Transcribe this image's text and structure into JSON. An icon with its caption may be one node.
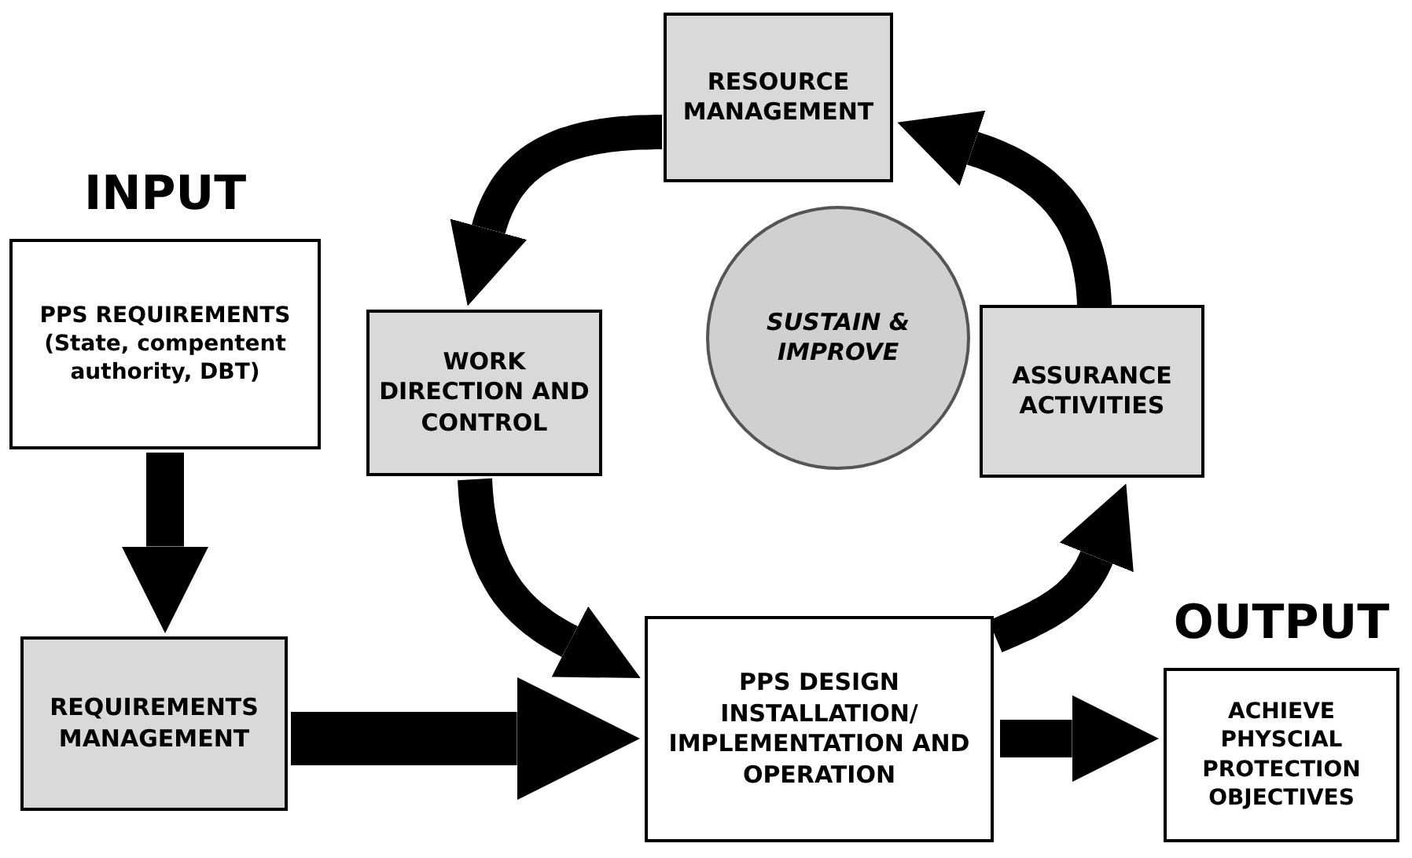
{
  "diagram": {
    "nodes": [
      {
        "text": [
          "INPUT",
          "PPS REQUIREMENTS",
          "(State, compentent authority, DBT)"
        ]
      },
      {
        "text": [
          "REQUIREMENTS MANAGEMENT"
        ]
      },
      {
        "text": [
          "WORK DIRECTION AND CONTROL"
        ]
      },
      {
        "text": [
          "RESOURCE MANAGEMENT"
        ]
      },
      {
        "text": [
          "SUSTAIN & IMPROVE"
        ]
      },
      {
        "text": [
          "ASSURANCE ACTIVITIES"
        ]
      },
      {
        "text": [
          "PPS DESIGN INSTALLATION/ IMPLEMENTATION AND OPERATION"
        ]
      },
      {
        "text": [
          "OUTPUT",
          "ACHIEVE PHYSCIAL PROTECTION OBJECTIVES"
        ]
      }
    ],
    "edges": [
      {
        "from": 0,
        "to": 1,
        "arrow": "to"
      },
      {
        "from": 1,
        "to": 6,
        "arrow": "to"
      },
      {
        "from": 2,
        "to": 6,
        "arrow": "to"
      },
      {
        "from": 6,
        "to": 5,
        "arrow": "to"
      },
      {
        "from": 5,
        "to": 3,
        "arrow": "to"
      },
      {
        "from": 3,
        "to": 2,
        "arrow": "to"
      },
      {
        "from": 6,
        "to": 7,
        "arrow": "to"
      }
    ]
  }
}
